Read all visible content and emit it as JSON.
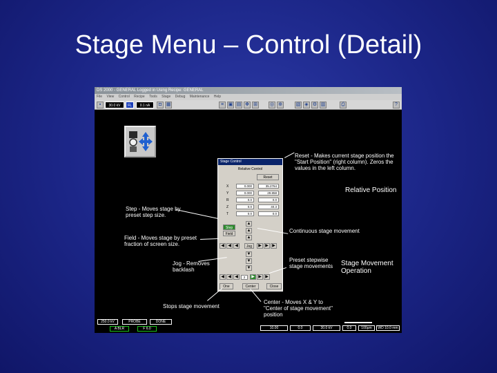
{
  "slide": {
    "title": "Stage Menu – Control (Detail)"
  },
  "app": {
    "window_title": "DS 2000 - GENERAL Logged in Using Recipe: GENERAL",
    "menu": [
      "File",
      "View",
      "Control",
      "Recipe",
      "Tools",
      "Stage",
      "Debug",
      "Maintenance",
      "Help"
    ],
    "toolbar": {
      "kv": "30.0 kV",
      "mode": "FL",
      "current": "0.1 nA"
    }
  },
  "dialog": {
    "title": "Stage Control",
    "subtitle": "Relative Control",
    "reset_label": "Reset",
    "rows": [
      {
        "axis": "X",
        "value": "0.000",
        "rel": "35.2764"
      },
      {
        "axis": "Y",
        "value": "0.000",
        "rel": "29.858"
      },
      {
        "axis": "R",
        "value": "0.0",
        "rel": "0.0"
      },
      {
        "axis": "Z",
        "value": "0.0",
        "rel": "40.3"
      },
      {
        "axis": "T",
        "value": "0.0",
        "rel": "0.0"
      }
    ],
    "step_label": "Step",
    "field_label": "Field",
    "jog_label": "Jog",
    "step_value": "2",
    "one_label": "One",
    "center_label": "Center",
    "close_label": "Close"
  },
  "annotations": {
    "reset": "Reset - Makes current stage position the \"Start Position\" (right column). Zeros the values in the left column.",
    "relative": "Relative Position",
    "step": "Step - Moves stage by preset step size.",
    "field": "Field - Moves stage by preset fraction of screen size.",
    "continuous": "Continuous stage movement",
    "jog": "Jog - Removes backlash",
    "preset": "Preset stepwise stage movements",
    "operation": "Stage Movement Operation",
    "stops": "Stops stage movement",
    "center": "Center - Moves X & Y to \"Center of stage movement\" position"
  },
  "status": {
    "left": [
      "250.0 kV",
      "PROBE",
      "DONE"
    ],
    "left_lower": [
      "A BLR",
      "F 6.0"
    ],
    "right": [
      "10.00",
      "0.0",
      "30.0 kV",
      "0.0",
      "100μm",
      "WD 10.0 mm"
    ]
  },
  "colors": {
    "slide_bg": "#1b2586",
    "dialog_title": "#0a246a",
    "text": "#ffffff",
    "status_ok": "#1bc41b"
  }
}
